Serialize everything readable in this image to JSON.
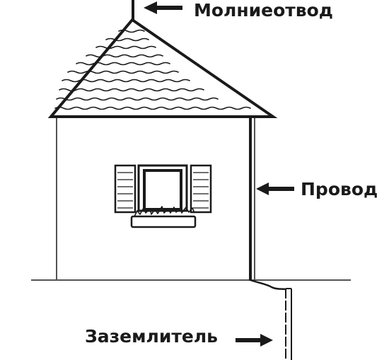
{
  "labels": {
    "lightning_rod": "Молниеотвод",
    "wire": "Провод",
    "ground_electrode": "Заземлитель"
  },
  "colors": {
    "ink": "#1a1a1a",
    "background": "#ffffff"
  }
}
